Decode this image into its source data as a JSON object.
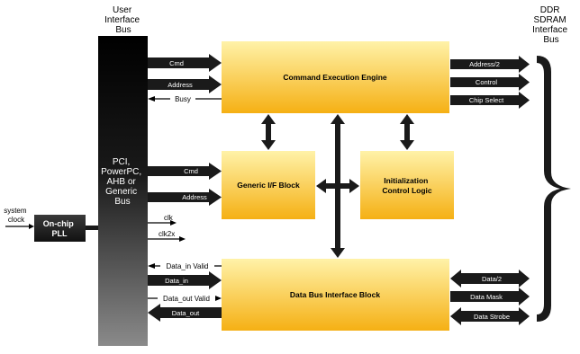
{
  "headers": {
    "user_bus": [
      "User",
      "Interface",
      "Bus"
    ],
    "ddr_bus": [
      "DDR",
      "SDRAM",
      "Interface",
      "Bus"
    ]
  },
  "bus_bar": {
    "label": [
      "PCI,",
      "PowerPC,",
      "AHB or",
      "Generic",
      "Bus"
    ]
  },
  "pll": {
    "input": [
      "system",
      "clock"
    ],
    "label": [
      "On-chip",
      "PLL"
    ],
    "outputs": [
      "clk",
      "clk2x"
    ]
  },
  "blocks": {
    "cee": "Command Execution Engine",
    "gif": "Generic I/F Block",
    "icl": [
      "Initialization",
      "Control Logic"
    ],
    "dbi": "Data Bus Interface Block"
  },
  "signals": {
    "cmd": "Cmd",
    "address": "Address",
    "busy": "Busy",
    "gif_cmd": "Cmd",
    "gif_address": "Address",
    "data_in_valid": "Data_in Valid",
    "data_in": "Data_in",
    "data_out_valid": "Data_out Valid",
    "data_out": "Data_out"
  },
  "ddr_signals": {
    "address": "Address/2",
    "control": "Control",
    "chip_select": "Chip Select",
    "data": "Data/2",
    "data_mask": "Data Mask",
    "data_strobe": "Data Strobe"
  },
  "colors": {
    "block_top": "#fff2a8",
    "block_bottom": "#f5b014",
    "dark": "#1a1a1a",
    "gray_bottom": "#8a8a8a"
  }
}
